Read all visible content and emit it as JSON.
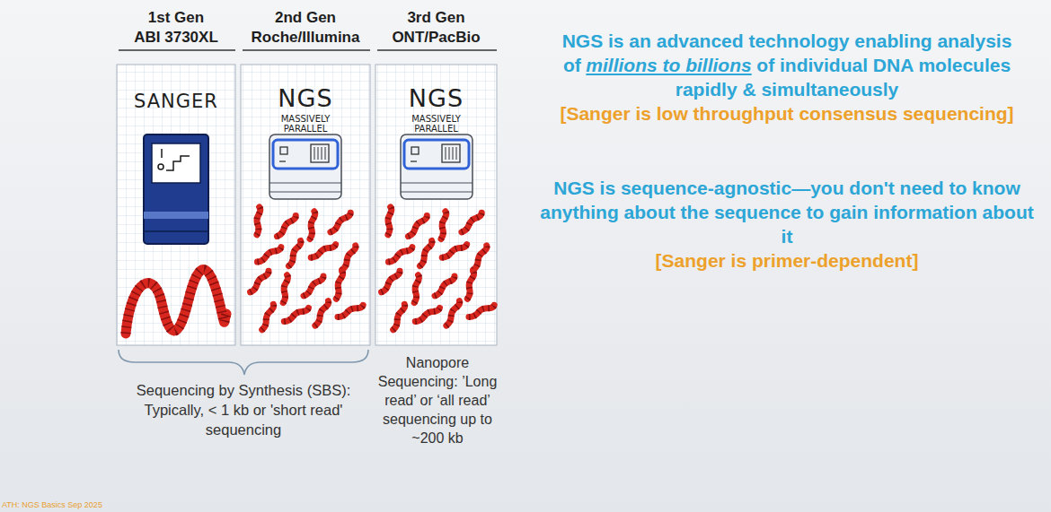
{
  "diagram": {
    "nodes": [
      {
        "text": [
          "1st Gen",
          "ABI 3730XL",
          "SANGER"
        ]
      },
      {
        "text": [
          "2nd Gen",
          "Roche/Illumina",
          "NGS",
          "MASSIVELY PARALLEL"
        ]
      },
      {
        "text": [
          "3rd Gen",
          "ONT/PacBio",
          "NGS",
          "MASSIVELY PARALLEL"
        ]
      }
    ],
    "labels": [
      "Sequencing by Synthesis (SBS): Typically, < 1 kb or 'short read' sequencing",
      "Nanopore Sequencing: ’Long read’ or ‘all read’ sequencing up to ~200 kb",
      "NGS is an advanced technology enabling analysis of",
      "millions to billions",
      "of individual DNA molecules rapidly & simultaneously",
      "[Sanger is low throughput consensus sequencing]",
      "NGS is sequence-agnostic—you don't need to know anything about the sequence to gain information about it",
      "[Sanger is primer-dependent]",
      "ATH: NGS Basics Sep 2025"
    ]
  }
}
